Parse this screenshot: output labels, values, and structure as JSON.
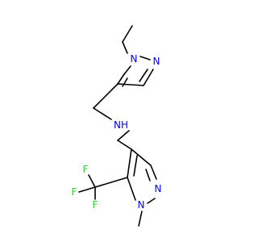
{
  "atoms": {
    "n1_top": "N",
    "n2_top": "N",
    "amine": "NH",
    "n1_bottom": "N",
    "n2_bottom": "N",
    "f1": "F",
    "f2": "F",
    "f3": "F"
  },
  "colors": {
    "nitrogen": "#0000ff",
    "fluorine": "#33cc33",
    "bond": "#000000",
    "background": "#ffffff"
  }
}
